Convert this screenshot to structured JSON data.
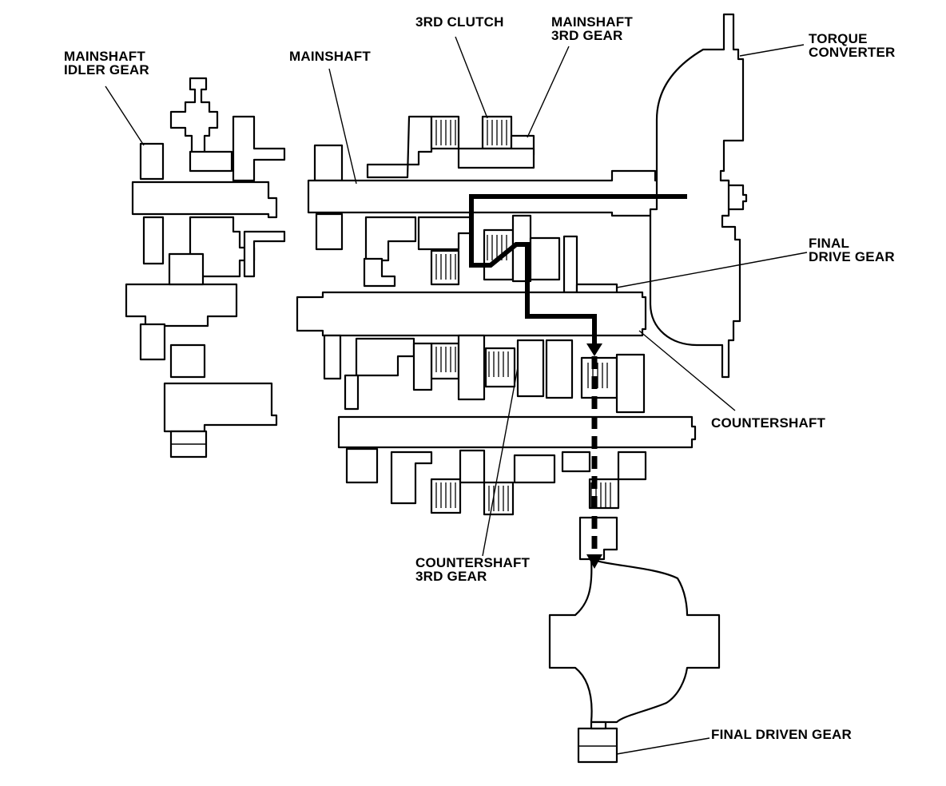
{
  "labels": {
    "mainshaft_idler_gear": [
      "MAINSHAFT",
      "IDLER GEAR"
    ],
    "mainshaft": [
      "MAINSHAFT"
    ],
    "third_clutch": [
      "3RD CLUTCH"
    ],
    "mainshaft_third_gear": [
      "MAINSHAFT",
      "3RD GEAR"
    ],
    "torque_converter": [
      "TORQUE",
      "CONVERTER"
    ],
    "final_drive_gear": [
      "FINAL",
      "DRIVE GEAR"
    ],
    "countershaft": [
      "COUNTERSHAFT"
    ],
    "countershaft_third_gear": [
      "COUNTERSHAFT",
      "3RD GEAR"
    ],
    "final_driven_gear": [
      "FINAL DRIVEN GEAR"
    ]
  },
  "colors": {
    "line": "#000000",
    "background": "#ffffff"
  }
}
